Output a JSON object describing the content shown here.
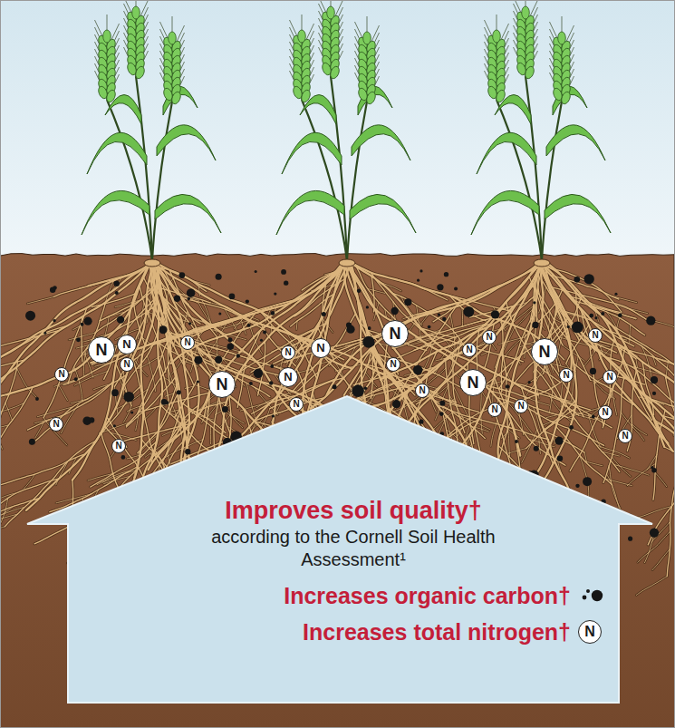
{
  "diagram": {
    "nodes": [
      {
        "text": [
          "Improves soil quality†",
          "according to the Cornell Soil Health Assessment¹"
        ]
      }
    ],
    "labels": [
      "N",
      "N",
      "N",
      "N",
      "N",
      "N",
      "N",
      "N",
      "N",
      "N",
      "N",
      "N",
      "N",
      "N",
      "N",
      "N",
      "N",
      "N",
      "N",
      "N",
      "N",
      "N",
      "N",
      "N",
      "N",
      "N",
      "N"
    ],
    "legend": [
      {
        "text": "Increases organic carbon†"
      },
      {
        "text": "Increases total nitrogen†"
      }
    ]
  }
}
